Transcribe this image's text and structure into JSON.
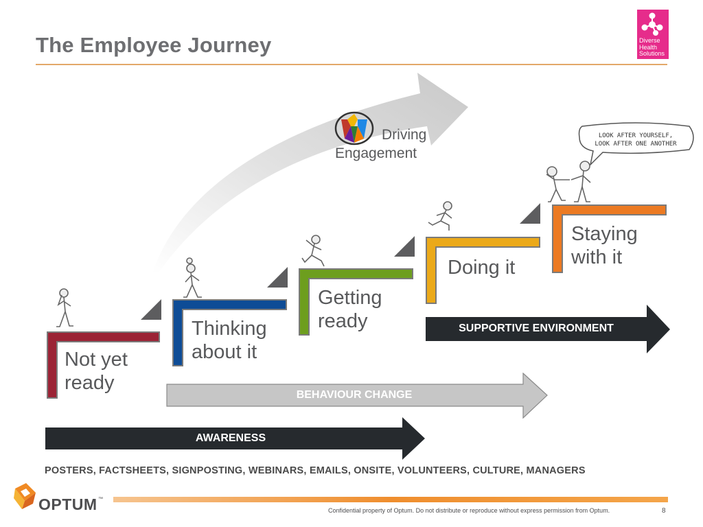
{
  "title": "The Employee Journey",
  "brand_logo": {
    "icon": "molecule-icon",
    "lines": [
      "Diverse",
      "Health",
      "Solutions"
    ],
    "color": "#e62c8b"
  },
  "engagement": {
    "icon": "diamond-emblem-icon",
    "line1": "Driving",
    "line2": "Engagement"
  },
  "speech_bubble": {
    "line1": "LOOK AFTER YOURSELF,",
    "line2": "LOOK AFTER ONE ANOTHER"
  },
  "stages": [
    {
      "label1": "Not yet",
      "label2": "ready",
      "color": "#9b2335"
    },
    {
      "label1": "Thinking",
      "label2": "about it",
      "color": "#0e4c96"
    },
    {
      "label1": "Getting",
      "label2": "ready",
      "color": "#6d9e1e"
    },
    {
      "label1": "Doing it",
      "label2": "",
      "color": "#eba919"
    },
    {
      "label1": "Staying",
      "label2": "with it",
      "color": "#ec7a22"
    }
  ],
  "arrows": {
    "awareness": "AWARENESS",
    "behaviour_change": "BEHAVIOUR CHANGE",
    "supportive_environment": "SUPPORTIVE ENVIRONMENT"
  },
  "channels": "POSTERS, FACTSHEETS, SIGNPOSTING, WEBINARS, EMAILS, ONSITE, VOLUNTEERS, CULTURE, MANAGERS",
  "footer": {
    "company": "OPTUM",
    "trademark": "™",
    "confidential": "Confidential property of Optum. Do not distribute or reproduce without express permission from Optum.",
    "page": "8"
  }
}
